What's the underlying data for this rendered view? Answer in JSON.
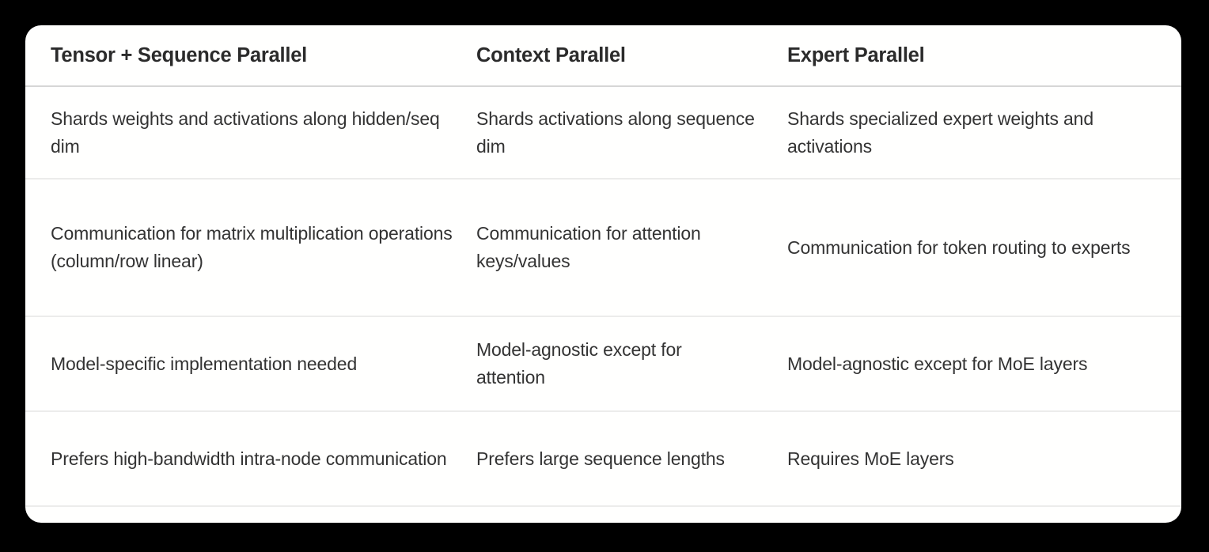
{
  "table": {
    "columns": [
      "Tensor + Sequence Parallel",
      "Context Parallel",
      "Expert Parallel"
    ],
    "rows": [
      [
        "Shards weights and activations along hidden/seq dim",
        "Shards activations along sequence dim",
        "Shards specialized expert weights and activations"
      ],
      [
        "Communication for matrix multiplication operations (column/row linear)",
        "Communication for attention keys/values",
        "Communication for token routing to experts"
      ],
      [
        "Model-specific implementation needed",
        "Model-agnostic except for attention",
        "Model-agnostic except for MoE layers"
      ],
      [
        "Prefers high-bandwidth intra-node communication",
        "Prefers large sequence lengths",
        "Requires MoE layers"
      ]
    ]
  },
  "colors": {
    "page_background": "#000000",
    "card_background": "#fffffe",
    "header_text": "#2b2b2b",
    "body_text": "#333333",
    "header_rule": "#d6d6d6",
    "row_rule": "#ececeb"
  }
}
